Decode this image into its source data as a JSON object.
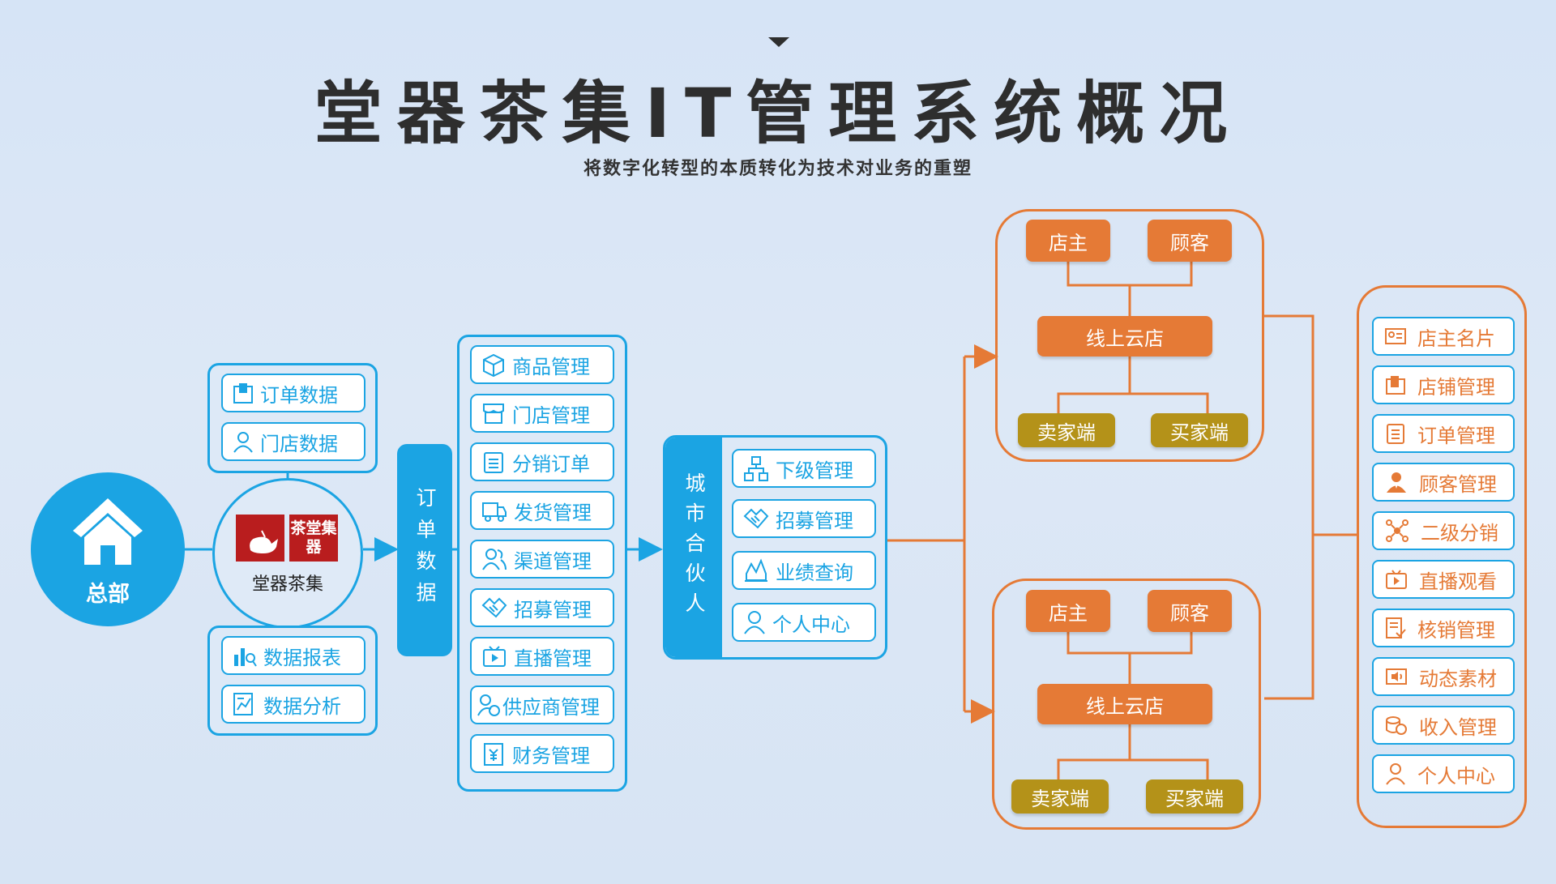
{
  "header": {
    "title": "堂器茶集IT管理系统概况",
    "subtitle": "将数字化转型的本质转化为技术对业务的重塑"
  },
  "hq": {
    "label": "总部"
  },
  "brand": {
    "logo_text": "茶堂集器",
    "name": "堂器茶集"
  },
  "top_group": [
    {
      "label": "订单数据",
      "icon": "store-bag-icon"
    },
    {
      "label": "门店数据",
      "icon": "person-icon"
    }
  ],
  "bottom_group": [
    {
      "label": "数据报表",
      "icon": "report-chart-icon"
    },
    {
      "label": "数据分析",
      "icon": "analysis-chart-icon"
    }
  ],
  "order_bar": {
    "label": "订单数据"
  },
  "modules": [
    {
      "label": "商品管理",
      "icon": "box-icon"
    },
    {
      "label": "门店管理",
      "icon": "storefront-icon"
    },
    {
      "label": "分销订单",
      "icon": "clipboard-icon"
    },
    {
      "label": "发货管理",
      "icon": "truck-icon"
    },
    {
      "label": "渠道管理",
      "icon": "users-icon"
    },
    {
      "label": "招募管理",
      "icon": "handshake-icon"
    },
    {
      "label": "直播管理",
      "icon": "video-icon"
    },
    {
      "label": "供应商管理",
      "icon": "supplier-icon"
    },
    {
      "label": "财务管理",
      "icon": "finance-icon"
    }
  ],
  "partner": {
    "label": "城市合伙人",
    "items": [
      {
        "label": "下级管理",
        "icon": "org-chart-icon"
      },
      {
        "label": "招募管理",
        "icon": "handshake-icon"
      },
      {
        "label": "业绩查询",
        "icon": "performance-icon"
      },
      {
        "label": "个人中心",
        "icon": "person-icon"
      }
    ]
  },
  "stores": [
    {
      "owner": "店主",
      "customer": "顾客",
      "store": "线上云店",
      "seller": "卖家端",
      "buyer": "买家端"
    },
    {
      "owner": "店主",
      "customer": "顾客",
      "store": "线上云店",
      "seller": "卖家端",
      "buyer": "买家端"
    }
  ],
  "features": [
    {
      "label": "店主名片",
      "icon": "id-card-icon"
    },
    {
      "label": "店铺管理",
      "icon": "shop-bag-icon"
    },
    {
      "label": "订单管理",
      "icon": "clipboard-icon"
    },
    {
      "label": "顾客管理",
      "icon": "customer-icon"
    },
    {
      "label": "二级分销",
      "icon": "network-icon"
    },
    {
      "label": "直播观看",
      "icon": "video-icon"
    },
    {
      "label": "核销管理",
      "icon": "checklist-icon"
    },
    {
      "label": "动态素材",
      "icon": "media-icon"
    },
    {
      "label": "收入管理",
      "icon": "coins-icon"
    },
    {
      "label": "个人中心",
      "icon": "person-icon"
    }
  ],
  "colors": {
    "blue": "#1ba4e3",
    "orange": "#e57a36",
    "gold": "#b49219",
    "text": "#2e2e2e"
  }
}
